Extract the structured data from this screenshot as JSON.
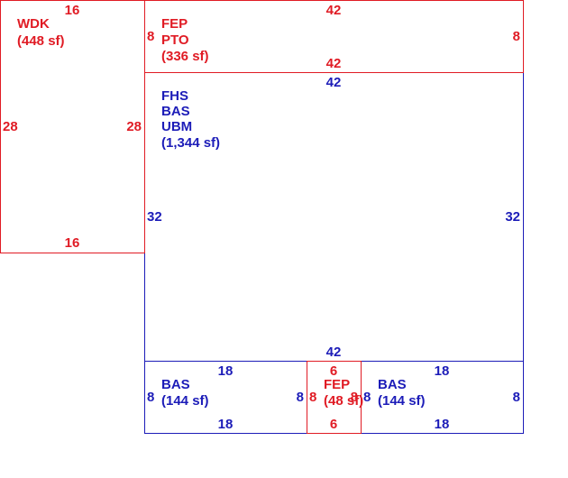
{
  "colors": {
    "red": "#e01b24",
    "blue": "#1c1cb8"
  },
  "areas": {
    "wdk": {
      "lines": [
        "WDK",
        "(448 sf)"
      ],
      "dims": {
        "top": "16",
        "bottom": "16",
        "left": "28",
        "right": "28"
      }
    },
    "fep_pto": {
      "lines": [
        "FEP",
        "PTO",
        "(336 sf)"
      ],
      "dims": {
        "top": "42",
        "bottom": "42",
        "left": "8",
        "right": "8"
      }
    },
    "main": {
      "lines": [
        "FHS",
        "BAS",
        "UBM",
        "(1,344 sf)"
      ],
      "dims": {
        "top": "42",
        "bottom": "42",
        "left": "32",
        "right": "32"
      }
    },
    "bas_left": {
      "lines": [
        "BAS",
        "(144 sf)"
      ],
      "dims": {
        "top": "18",
        "bottom": "18",
        "left": "8",
        "right": "8"
      }
    },
    "fep_small": {
      "lines": [
        "FEP",
        "(48 sf)"
      ],
      "dims": {
        "top": "6",
        "bottom": "6",
        "left": "8",
        "right": "8"
      }
    },
    "bas_right": {
      "lines": [
        "BAS",
        "(144 sf)"
      ],
      "dims": {
        "top": "18",
        "bottom": "18",
        "left": "8",
        "right": "8"
      }
    }
  }
}
